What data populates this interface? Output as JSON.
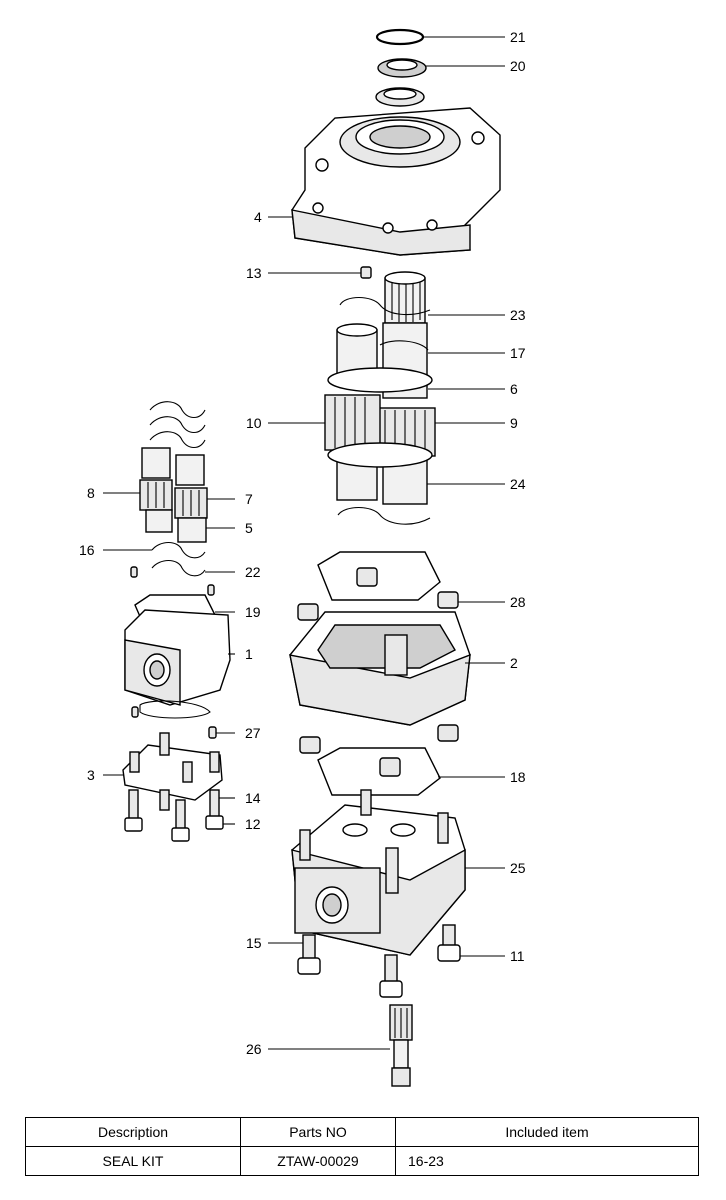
{
  "callouts": {
    "c1": "1",
    "c2": "2",
    "c3": "3",
    "c4": "4",
    "c5": "5",
    "c6": "6",
    "c7": "7",
    "c8": "8",
    "c9": "9",
    "c10": "10",
    "c11": "11",
    "c12": "12",
    "c13": "13",
    "c14": "14",
    "c15": "15",
    "c16": "16",
    "c17": "17",
    "c18": "18",
    "c19": "19",
    "c20": "20",
    "c21": "21",
    "c22": "22",
    "c23": "23",
    "c24": "24",
    "c25": "25",
    "c26": "26",
    "c27": "27",
    "c28": "28"
  },
  "table": {
    "headers": [
      "Description",
      "Parts NO",
      "Included item"
    ],
    "row": [
      "SEAL KIT",
      "ZTAW-00029",
      "16-23"
    ]
  }
}
